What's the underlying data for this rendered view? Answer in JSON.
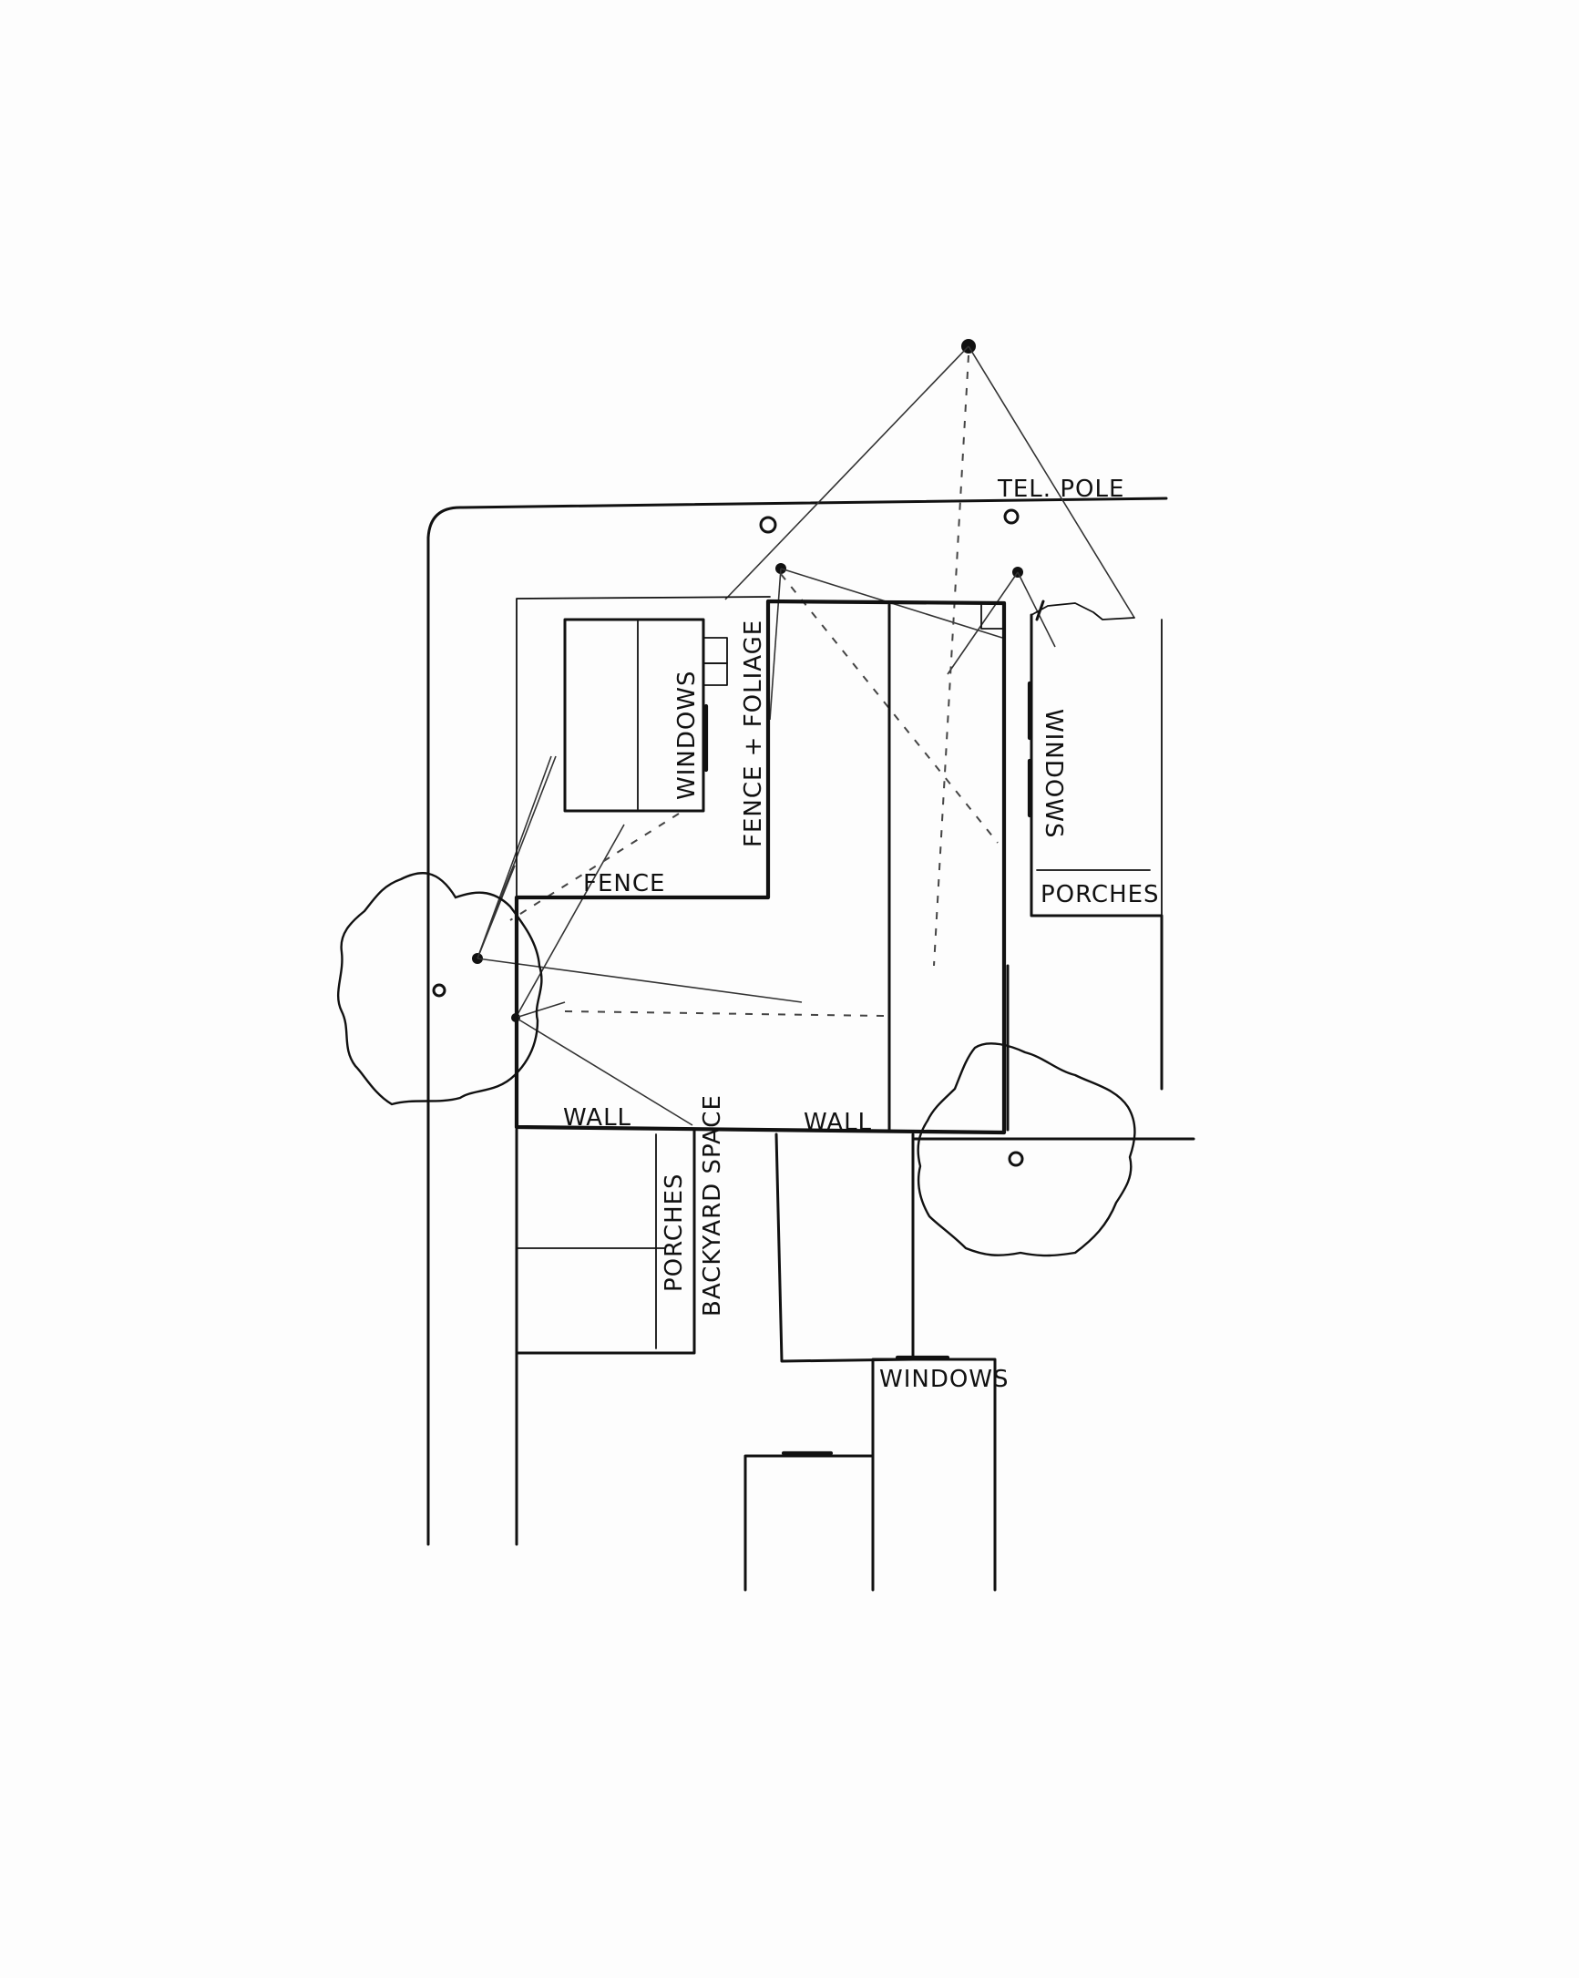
{
  "labels": {
    "tel_pole": "TEL. POLE",
    "windows_left": "WINDOWS",
    "fence_foliage": "FENCE + FOLIAGE",
    "windows_right": "WINDOWS",
    "porches_right": "PORCHES",
    "fence": "FENCE",
    "wall_left": "WALL",
    "wall_right": "WALL",
    "porches_bottom": "PORCHES",
    "backyard_space": "BACKYARD SPACE",
    "windows_bottom": "WINDOWS"
  },
  "colors": {
    "ink": "#111111",
    "paper": "#fdfdfd"
  }
}
